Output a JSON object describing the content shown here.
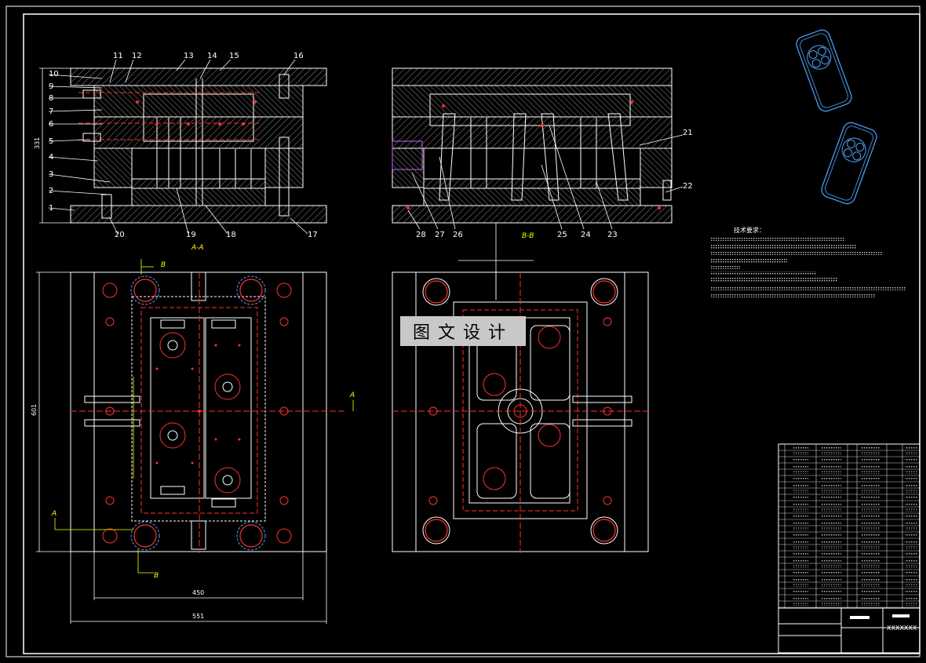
{
  "part_numbers_left": [
    "1",
    "2",
    "3",
    "4",
    "5",
    "6",
    "7",
    "8",
    "9",
    "10",
    "11",
    "12",
    "13",
    "14",
    "15",
    "16",
    "17",
    "18",
    "19",
    "20"
  ],
  "part_numbers_right": [
    "21",
    "22",
    "23",
    "24",
    "25",
    "26",
    "27",
    "28"
  ],
  "section_labels": {
    "aa": "A-A",
    "bb": "B-B",
    "a_marker": "A",
    "b_marker": "B"
  },
  "dimensions": {
    "height_left": "331",
    "height_plan": "601",
    "width_inner": "450",
    "width_outer": "551"
  },
  "watermark": "图文设计",
  "tech_requirements_title": "技术要求：",
  "title_block_code": "XXXXXXX",
  "colors": {
    "background": "#000000",
    "outline": "#ffffff",
    "hatch": "#9a9a9a",
    "center": "#ff3030",
    "dimension": "#ffff00",
    "product": "#4da6ff",
    "ejector": "#cc66ff"
  }
}
